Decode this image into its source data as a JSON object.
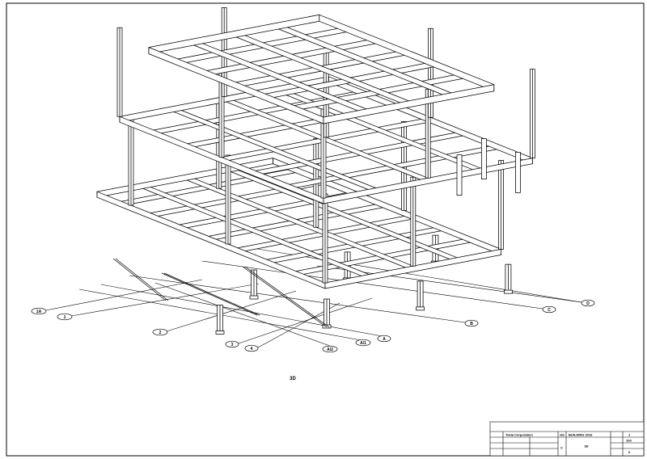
{
  "drawing": {
    "view_label": "3D",
    "grid_bubbles": [
      {
        "id": "b-1a",
        "label": "1A"
      },
      {
        "id": "b-1",
        "label": "1"
      },
      {
        "id": "b-2",
        "label": "2"
      },
      {
        "id": "b-3",
        "label": "3"
      },
      {
        "id": "b-4",
        "label": "4"
      },
      {
        "id": "b-a2",
        "label": "A/2"
      },
      {
        "id": "b-a1",
        "label": "A/1"
      },
      {
        "id": "b-a",
        "label": "A"
      },
      {
        "id": "b-b",
        "label": "B"
      },
      {
        "id": "b-c",
        "label": "C"
      },
      {
        "id": "b-d",
        "label": "D"
      }
    ]
  },
  "title_block": {
    "company": "Tekla Corporation",
    "project": "BUILDING 2016",
    "drawing_title": "3D",
    "sheet_no": "1",
    "scale": "100",
    "revision": "0",
    "label_a": "GS",
    "label_b": "C"
  }
}
